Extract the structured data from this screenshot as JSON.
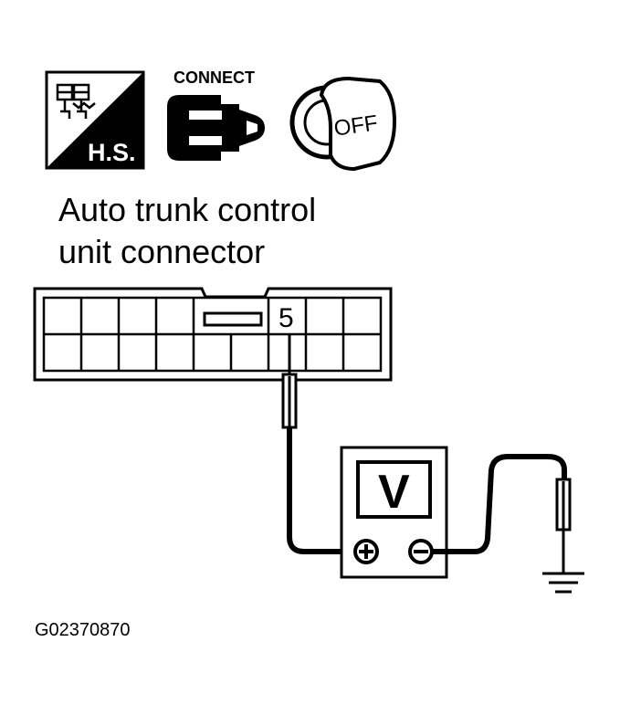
{
  "icons": {
    "harness_side": {
      "label": "H.S."
    },
    "connect": {
      "label": "CONNECT"
    },
    "ignition": {
      "label": "OFF"
    }
  },
  "connector": {
    "label_line1": "Auto trunk control",
    "label_line2": "unit connector",
    "pin_number": "5"
  },
  "voltmeter": {
    "symbol": "V",
    "positive": "⊕",
    "negative": "⊖"
  },
  "figure_id": "G02370870"
}
